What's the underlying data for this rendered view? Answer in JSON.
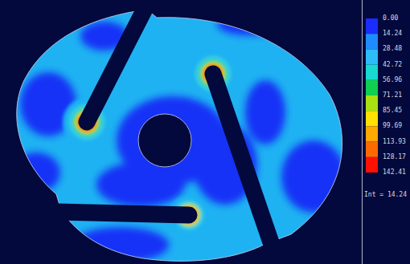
{
  "diagram": {
    "labels": [
      "0.00",
      "14.24",
      "28.48",
      "42.72",
      "56.96",
      "71.21",
      "85.45",
      "99.69",
      "113.93",
      "128.17",
      "142.41",
      "Int = 14.24"
    ]
  }
}
